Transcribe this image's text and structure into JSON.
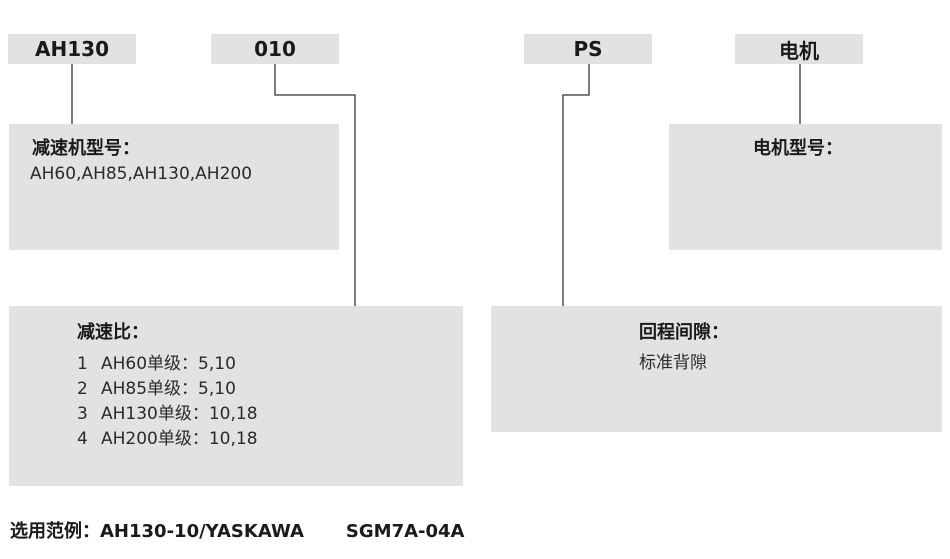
{
  "codes": {
    "reducer": "AH130",
    "ratio": "010",
    "backlash": "PS",
    "motor": "电机"
  },
  "reducer_box": {
    "title": "减速机型号：",
    "models": "AH60,AH85,AH130,AH200"
  },
  "motor_box": {
    "title": "电机型号："
  },
  "ratio_box": {
    "title": "减速比：",
    "items": [
      {
        "num": "1",
        "text": "AH60单级：5,10"
      },
      {
        "num": "2",
        "text": "AH85单级：5,10"
      },
      {
        "num": "3",
        "text": "AH130单级：10,18"
      },
      {
        "num": "4",
        "text": "AH200单级：10,18"
      }
    ]
  },
  "backlash_box": {
    "title": "回程间隙：",
    "value": "标准背隙"
  },
  "example": {
    "label": "选用范例：",
    "code": "AH130-10/YASKAWA",
    "motor": "SGM7A-04A"
  },
  "colors": {
    "box_fill": "#e2e2e2",
    "line": "#333333"
  }
}
